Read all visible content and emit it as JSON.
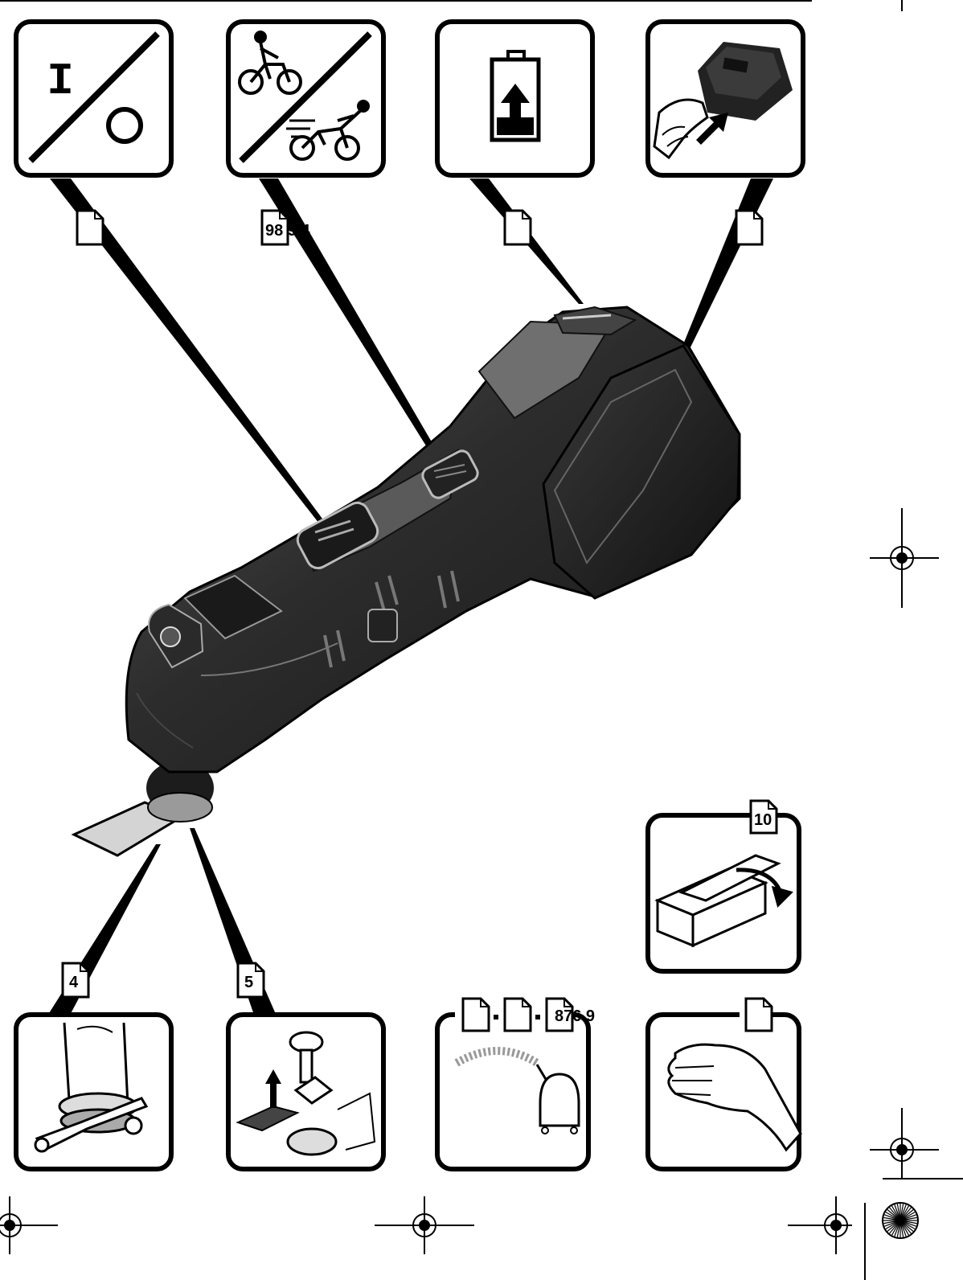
{
  "page_refs": {
    "top_panel_1": "",
    "top_panel_2": "98 9 4",
    "top_panel_3": "",
    "top_panel_4": "",
    "panel_10": "10",
    "bottom_panel_1": "4",
    "bottom_panel_2": "5",
    "bottom_panel_3_a": "",
    "bottom_panel_3_b": "",
    "bottom_panel_3_c": "876 9",
    "bottom_panel_4": ""
  },
  "icons": {
    "top_panel_1": "on-off-switch-icon",
    "top_panel_2": "speed-selector-cyclist-icon",
    "top_panel_3": "battery-charge-icon",
    "top_panel_4": "battery-insert-icon",
    "panel_10": "box-open-icon",
    "bottom_panel_1": "depth-stop-clamp-icon",
    "bottom_panel_2": "blade-change-icon",
    "bottom_panel_3": "dust-extractor-icon",
    "bottom_panel_4": "hand-vibration-icon"
  },
  "symbols": {
    "on_label": "I"
  },
  "colors": {
    "ink": "#000000",
    "tool_body": "#2a2a2a",
    "tool_highlight": "#7a7a7a",
    "blade": "#cfcfcf"
  }
}
